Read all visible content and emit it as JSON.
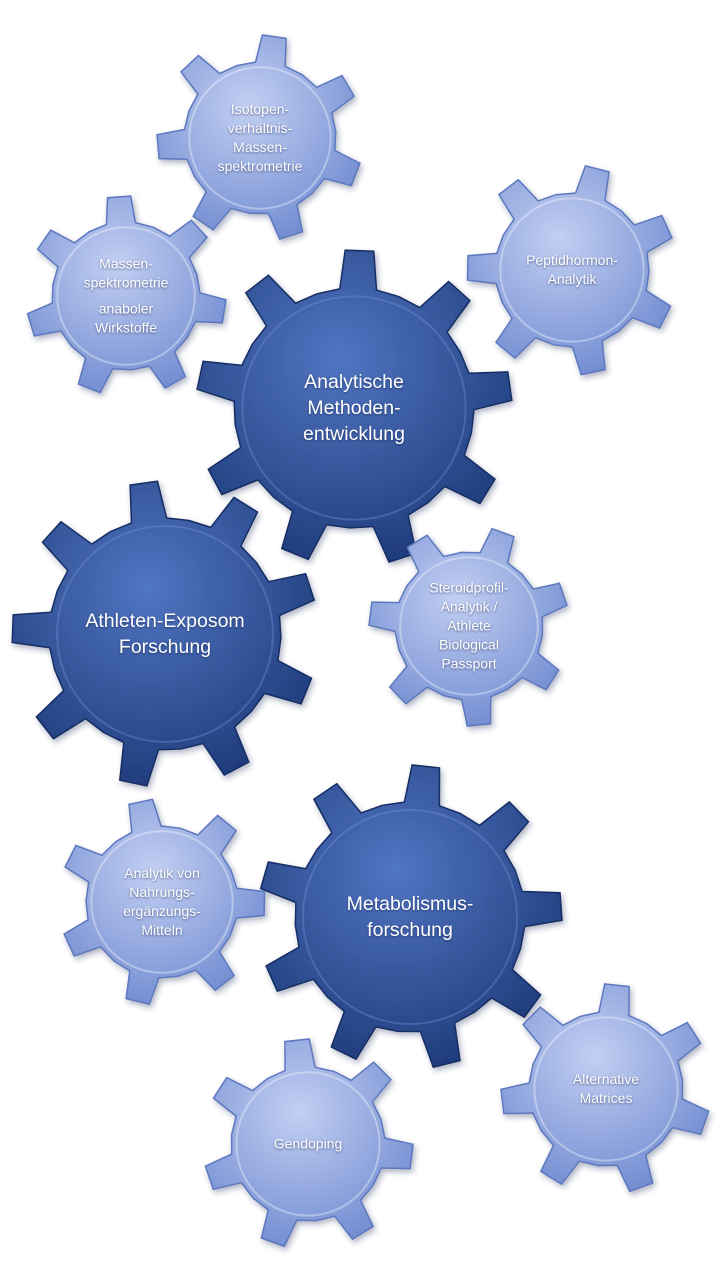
{
  "colors": {
    "primary_light": "#4a6cb8",
    "primary_dark": "#1f3d82",
    "secondary_light": "#b9c8ef",
    "secondary_dark": "#6b87cf",
    "label_text": "#ffffff"
  },
  "gears": [
    {
      "id": "analytische-methodenentwicklung",
      "tier": "primary",
      "lines": [
        "Analytische",
        "Methoden-",
        "entwicklung"
      ]
    },
    {
      "id": "athleten-exposom-forschung",
      "tier": "primary",
      "lines": [
        "Athleten-Exposom",
        "Forschung"
      ]
    },
    {
      "id": "metabolismusforschung",
      "tier": "primary",
      "lines": [
        "Metabolismus-",
        "forschung"
      ]
    },
    {
      "id": "isotopenverhaeltnis-massenspektrometrie",
      "tier": "secondary",
      "lines": [
        "Isotopen-",
        "verhältnis-",
        "Massen-",
        "spektrometrie"
      ]
    },
    {
      "id": "massenspektrometrie-anaboler-wirkstoffe",
      "tier": "secondary",
      "lines": [
        "Massen-",
        "spektrometrie",
        "",
        "anaboler",
        "Wirkstoffe"
      ]
    },
    {
      "id": "peptidhormon-analytik",
      "tier": "secondary",
      "lines": [
        "Peptidhormon-",
        "Analytik"
      ]
    },
    {
      "id": "steroidprofil-analytik",
      "tier": "secondary",
      "lines": [
        "Steroidprofil-",
        "Analytik /",
        "Athlete",
        "Biological",
        "Passport"
      ]
    },
    {
      "id": "analytik-nahrungsergaenzungsmittel",
      "tier": "secondary",
      "lines": [
        "Analytik von",
        "Nahrungs-",
        "ergänzungs-",
        "Mitteln"
      ]
    },
    {
      "id": "alternative-matrices",
      "tier": "secondary",
      "lines": [
        "Alternative",
        "Matrices"
      ]
    },
    {
      "id": "gendoping",
      "tier": "secondary",
      "lines": [
        "Gendoping"
      ]
    }
  ]
}
